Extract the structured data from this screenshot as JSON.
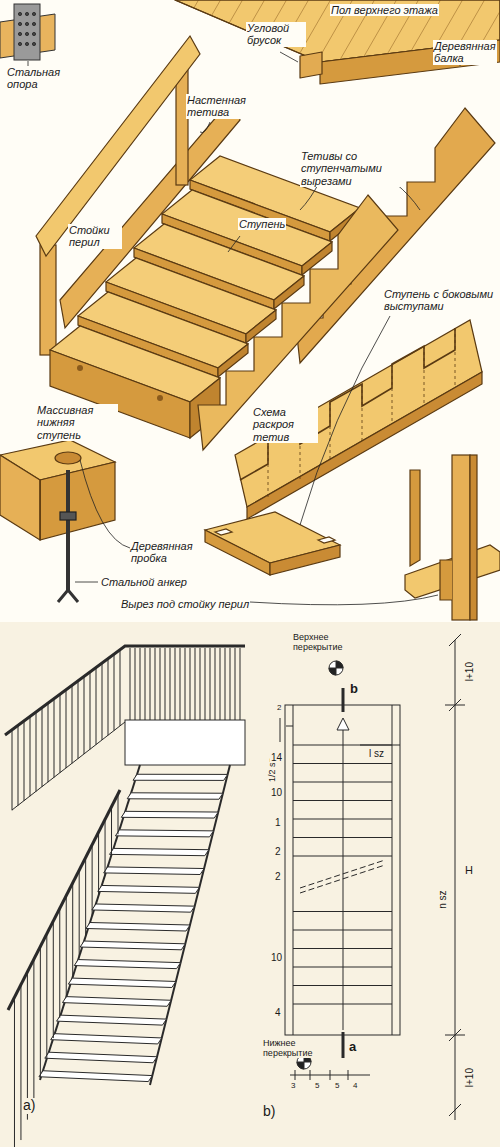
{
  "diagram": {
    "labels": [
      "Стальная опора",
      "Пол верхнего этажа",
      "Угловой брусок",
      "Деревянная балка",
      "Настенная тетива",
      "Стойки перил",
      "Тетивы со ступенчатыми вырезами",
      "Ступень",
      "Ступень с боковыми выступами",
      "Массивная нижняя ступень",
      "Схема раскроя тетив",
      "Деревянная пробка",
      "Стальной анкер",
      "Вырез под стойку перил",
      "Верхнее перекрытие",
      "b",
      "2",
      "1/2 sz",
      "14",
      "l sz",
      "10",
      "1",
      "2",
      "2",
      "10",
      "4",
      "H",
      "n sz",
      "l+10",
      "l+10",
      "Нижнее перекрытие",
      "a",
      "3",
      "5",
      "5",
      "4",
      "a)",
      "b)"
    ]
  }
}
